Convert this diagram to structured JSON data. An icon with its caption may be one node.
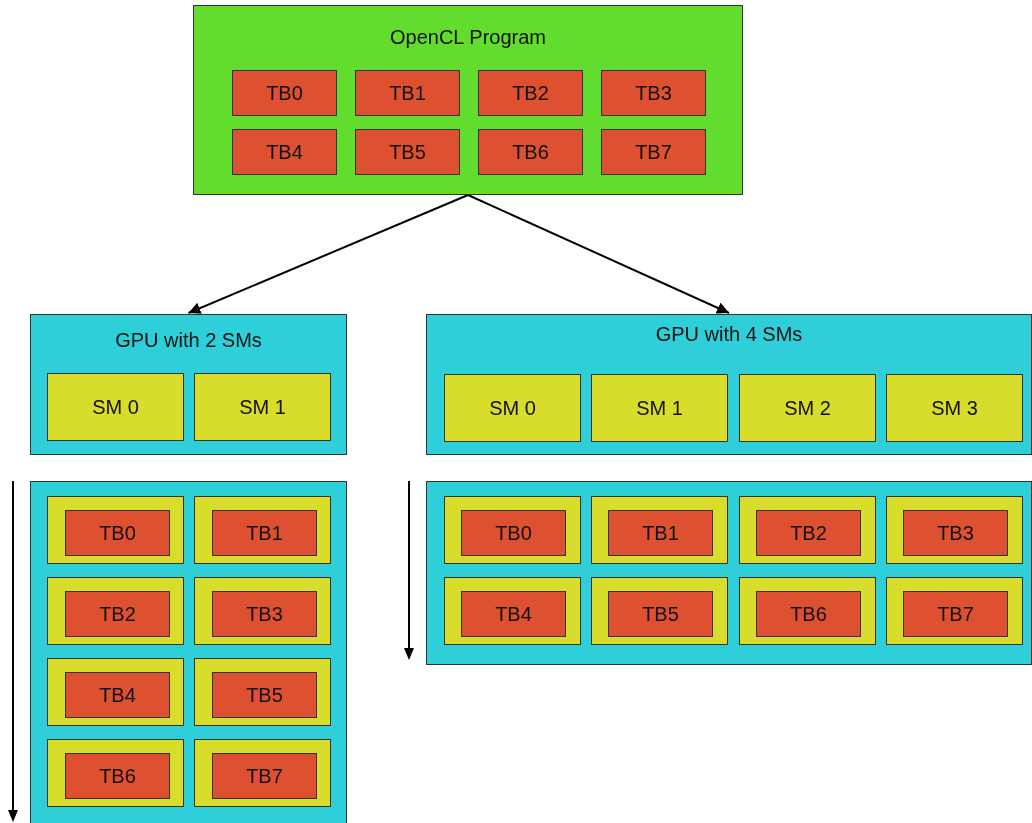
{
  "diagram": {
    "nodes": [
      {
        "text": [
          "OpenCL Program"
        ]
      },
      {
        "text": [
          "TB0"
        ],
        "in": 0
      },
      {
        "text": [
          "TB1"
        ],
        "in": 0
      },
      {
        "text": [
          "TB2"
        ],
        "in": 0
      },
      {
        "text": [
          "TB3"
        ],
        "in": 0
      },
      {
        "text": [
          "TB4"
        ],
        "in": 0
      },
      {
        "text": [
          "TB5"
        ],
        "in": 0
      },
      {
        "text": [
          "TB6"
        ],
        "in": 0
      },
      {
        "text": [
          "TB7"
        ],
        "in": 0
      },
      {
        "text": [
          "GPU with 2 SMs"
        ]
      },
      {
        "text": [
          "SM 0"
        ],
        "in": 9
      },
      {
        "text": [
          "SM 1"
        ],
        "in": 9
      },
      {
        "text": [],
        "shape": "box"
      },
      {
        "text": [],
        "shape": "box",
        "in": 12
      },
      {
        "text": [
          "TB0"
        ],
        "in": 13
      },
      {
        "text": [],
        "shape": "box",
        "in": 12
      },
      {
        "text": [
          "TB1"
        ],
        "in": 15
      },
      {
        "text": [],
        "shape": "box",
        "in": 12
      },
      {
        "text": [
          "TB2"
        ],
        "in": 17
      },
      {
        "text": [],
        "shape": "box",
        "in": 12
      },
      {
        "text": [
          "TB3"
        ],
        "in": 19
      },
      {
        "text": [],
        "shape": "box",
        "in": 12
      },
      {
        "text": [
          "TB4"
        ],
        "in": 21
      },
      {
        "text": [],
        "shape": "box",
        "in": 12
      },
      {
        "text": [
          "TB5"
        ],
        "in": 23
      },
      {
        "text": [],
        "shape": "box",
        "in": 12
      },
      {
        "text": [
          "TB6"
        ],
        "in": 25
      },
      {
        "text": [],
        "shape": "box",
        "in": 12
      },
      {
        "text": [
          "TB7"
        ],
        "in": 27
      },
      {
        "text": [
          "GPU with 4 SMs"
        ]
      },
      {
        "text": [
          "SM 0"
        ],
        "in": 29
      },
      {
        "text": [
          "SM 1"
        ],
        "in": 29
      },
      {
        "text": [
          "SM 2"
        ],
        "in": 29
      },
      {
        "text": [
          "SM 3"
        ],
        "in": 29
      },
      {
        "text": [],
        "shape": "box"
      },
      {
        "text": [],
        "shape": "box",
        "in": 34
      },
      {
        "text": [
          "TB0"
        ],
        "in": 35
      },
      {
        "text": [],
        "shape": "box",
        "in": 34
      },
      {
        "text": [
          "TB1"
        ],
        "in": 37
      },
      {
        "text": [],
        "shape": "box",
        "in": 34
      },
      {
        "text": [
          "TB2"
        ],
        "in": 39
      },
      {
        "text": [],
        "shape": "box",
        "in": 34
      },
      {
        "text": [
          "TB3"
        ],
        "in": 41
      },
      {
        "text": [],
        "shape": "box",
        "in": 34
      },
      {
        "text": [
          "TB4"
        ],
        "in": 43
      },
      {
        "text": [],
        "shape": "box",
        "in": 34
      },
      {
        "text": [
          "TB5"
        ],
        "in": 45
      },
      {
        "text": [],
        "shape": "box",
        "in": 34
      },
      {
        "text": [
          "TB6"
        ],
        "in": 47
      },
      {
        "text": [],
        "shape": "box",
        "in": 34
      },
      {
        "text": [
          "TB7"
        ],
        "in": 49
      }
    ],
    "edges": [
      {
        "from": 0,
        "to": 9,
        "arrow": "to"
      },
      {
        "from": 0,
        "to": 29,
        "arrow": "to"
      }
    ]
  }
}
